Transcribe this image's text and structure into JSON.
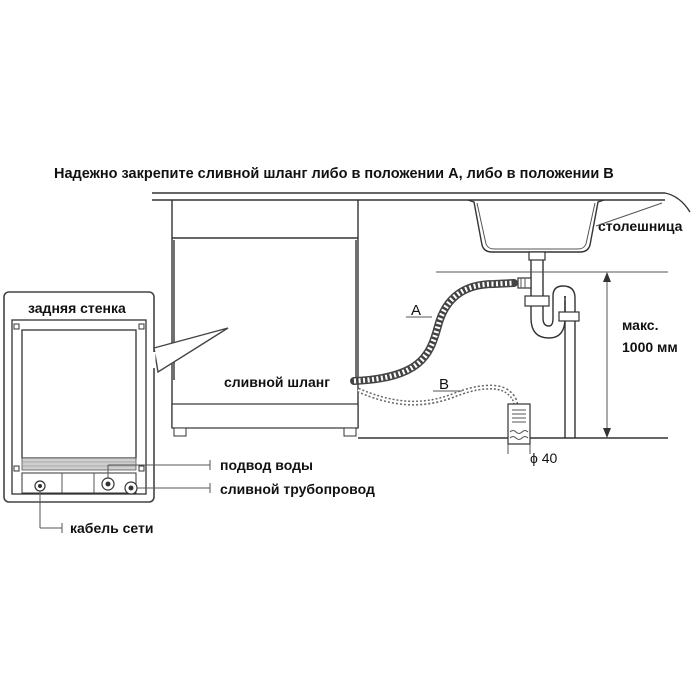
{
  "title": "Надежно закрепите сливной шланг либо в положении А, либо в положении В",
  "labels": {
    "countertop": "столешница",
    "max_height_line1": "макс.",
    "max_height_line2": "1000 мм",
    "drain_hose": "сливной шланг",
    "back_wall": "задняя стенка",
    "water_inlet": "подвод воды",
    "drain_pipe": "сливной трубопровод",
    "power_cable": "кабель сети",
    "position_a": "A",
    "position_b": "B",
    "diameter": "ϕ 40"
  }
}
